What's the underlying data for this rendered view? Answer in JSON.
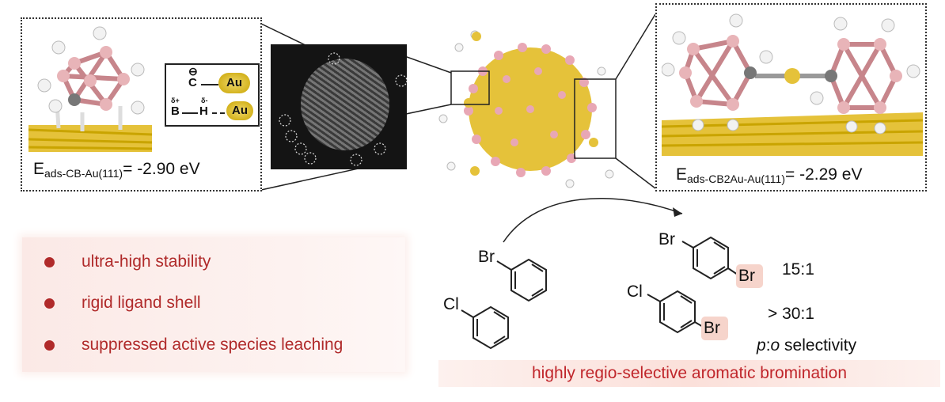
{
  "left_panel": {
    "energy_prefix": "E",
    "energy_sub": "ads-CB-Au(111)",
    "energy_value": "= -2.90 eV",
    "inset": {
      "charge_minus": "⊖",
      "carbon": "C",
      "gold1": "Au",
      "delta_plus": "δ+",
      "delta_minus": "δ-",
      "boron": "B",
      "hydrogen": "H",
      "gold2": "Au"
    }
  },
  "right_panel": {
    "energy_prefix": "E",
    "energy_sub": "ads-CB2Au-Au(111)",
    "energy_value": "= -2.29 eV"
  },
  "bullets": [
    {
      "text": "ultra-high stability"
    },
    {
      "text": "rigid ligand shell"
    },
    {
      "text": "suppressed active species leaching"
    }
  ],
  "reaction": {
    "reactant1_sub": "Br",
    "reactant2_sub": "Cl",
    "product1_sub_top": "Br",
    "product1_sub_bottom": "Br",
    "product1_ratio": "15:1",
    "product2_sub_top": "Cl",
    "product2_sub_bottom": "Br",
    "product2_ratio": "> 30:1",
    "selectivity_p": "p",
    "selectivity_colon": ":",
    "selectivity_o": "o",
    "selectivity_word": " selectivity",
    "footer": "highly regio-selective aromatic bromination"
  },
  "colors": {
    "accent_red": "#b02a2a",
    "gold": "#e5c23a",
    "boron_pink": "#e8b4b8"
  }
}
